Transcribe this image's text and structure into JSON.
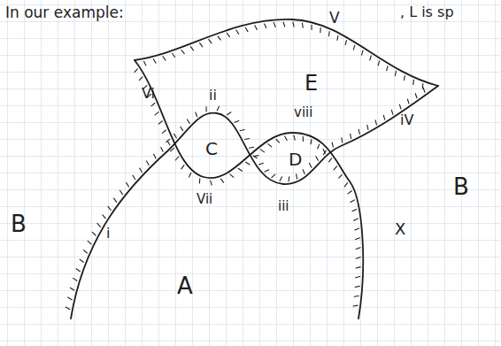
{
  "diagram": {
    "labels": [
      "In our example:",
      ", L is sp",
      "V",
      "E",
      "Vi",
      "ii",
      "viii",
      "iV",
      "C",
      "D",
      "Vii",
      "iii",
      "B",
      "B",
      "i",
      "X",
      "A"
    ]
  }
}
